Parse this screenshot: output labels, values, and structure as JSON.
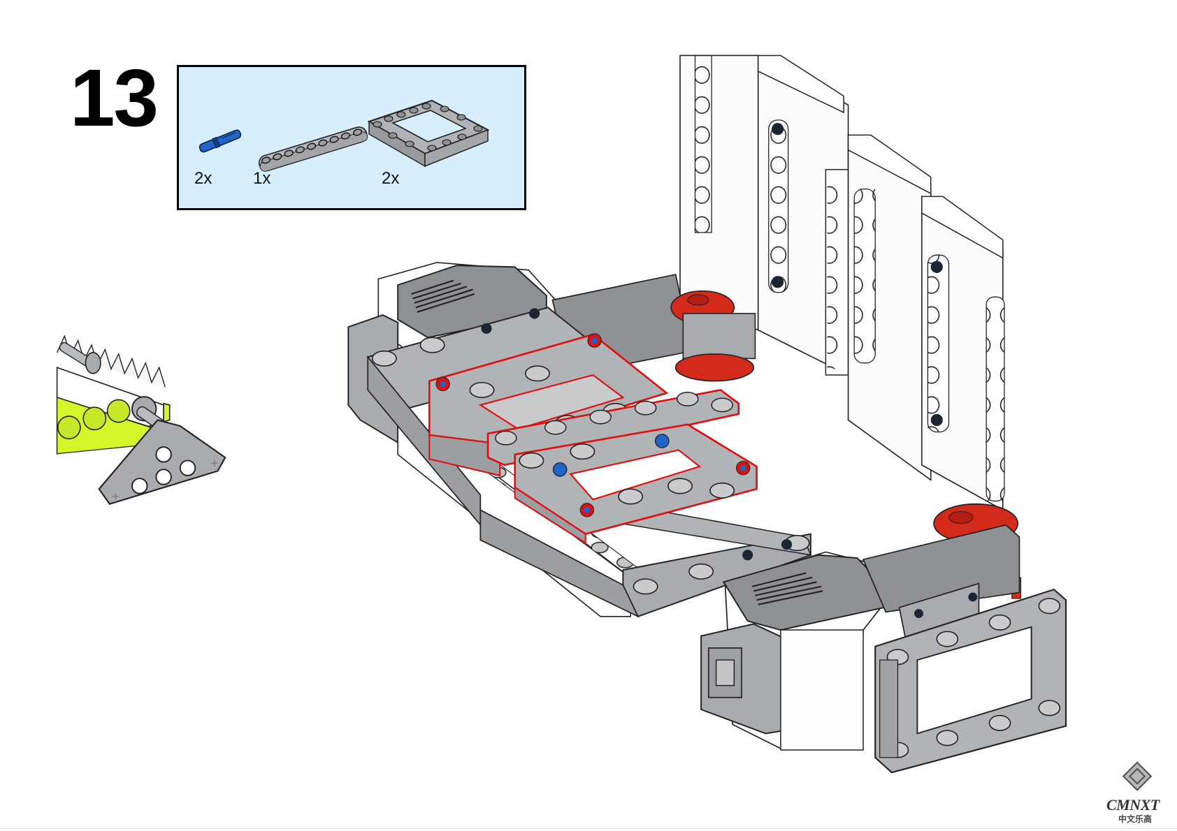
{
  "page": {
    "step_number": "13",
    "background_color": "#ffffff"
  },
  "parts_list": {
    "box_color": "#d6eefd",
    "border_color": "#000000",
    "items": [
      {
        "part": "blue-pin-with-friction",
        "quantity": "2x",
        "color": "#1f5fbf"
      },
      {
        "part": "technic-beam-9",
        "quantity": "1x",
        "color": "#a8abae"
      },
      {
        "part": "technic-open-frame-5x7",
        "quantity": "2x",
        "color": "#a8abae"
      }
    ]
  },
  "illustration": {
    "highlight_color": "#e01010",
    "part_colors": {
      "light_gray": "#a9acaf",
      "dark_gray": "#8c8f92",
      "white": "#fafafa",
      "red": "#d42a1c",
      "lime": "#d4f52a",
      "blue": "#1f64c8"
    }
  },
  "watermark": {
    "brand": "CMNXT",
    "subtitle": "中文乐高"
  }
}
